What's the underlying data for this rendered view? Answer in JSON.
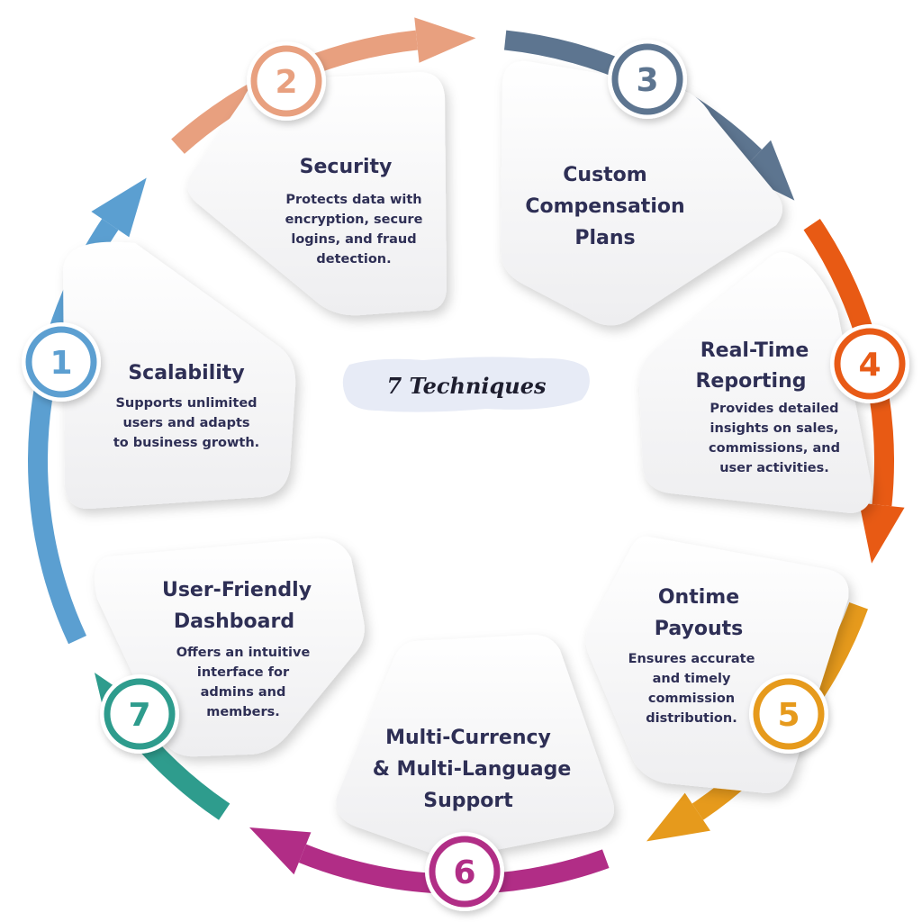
{
  "center_title": "7 Techniques",
  "steps": [
    {
      "number": "1",
      "color": "#5b9fd1",
      "title": [
        "Scalability"
      ],
      "desc": [
        "Supports unlimited",
        "users and adapts",
        "to business growth."
      ]
    },
    {
      "number": "2",
      "color": "#e8a07f",
      "title": [
        "Security"
      ],
      "desc": [
        "Protects data with",
        "encryption, secure",
        "logins, and fraud",
        "detection."
      ]
    },
    {
      "number": "3",
      "color": "#5d7590",
      "title": [
        "Custom",
        "Compensation",
        "Plans"
      ],
      "desc": []
    },
    {
      "number": "4",
      "color": "#e85a14",
      "title": [
        "Real-Time",
        "Reporting"
      ],
      "desc": [
        "Provides detailed",
        "insights on sales,",
        "commissions, and",
        "user activities."
      ]
    },
    {
      "number": "5",
      "color": "#e69a1c",
      "title": [
        "Ontime",
        "Payouts"
      ],
      "desc": [
        "Ensures accurate",
        "and timely",
        "commission",
        "distribution."
      ]
    },
    {
      "number": "6",
      "color": "#b12d86",
      "title": [
        "Multi-Currency",
        "& Multi-Language",
        "Support"
      ],
      "desc": []
    },
    {
      "number": "7",
      "color": "#2e9c8d",
      "title": [
        "User-Friendly",
        "Dashboard"
      ],
      "desc": [
        "Offers an intuitive",
        "interface for",
        "admins and",
        "members."
      ]
    }
  ]
}
